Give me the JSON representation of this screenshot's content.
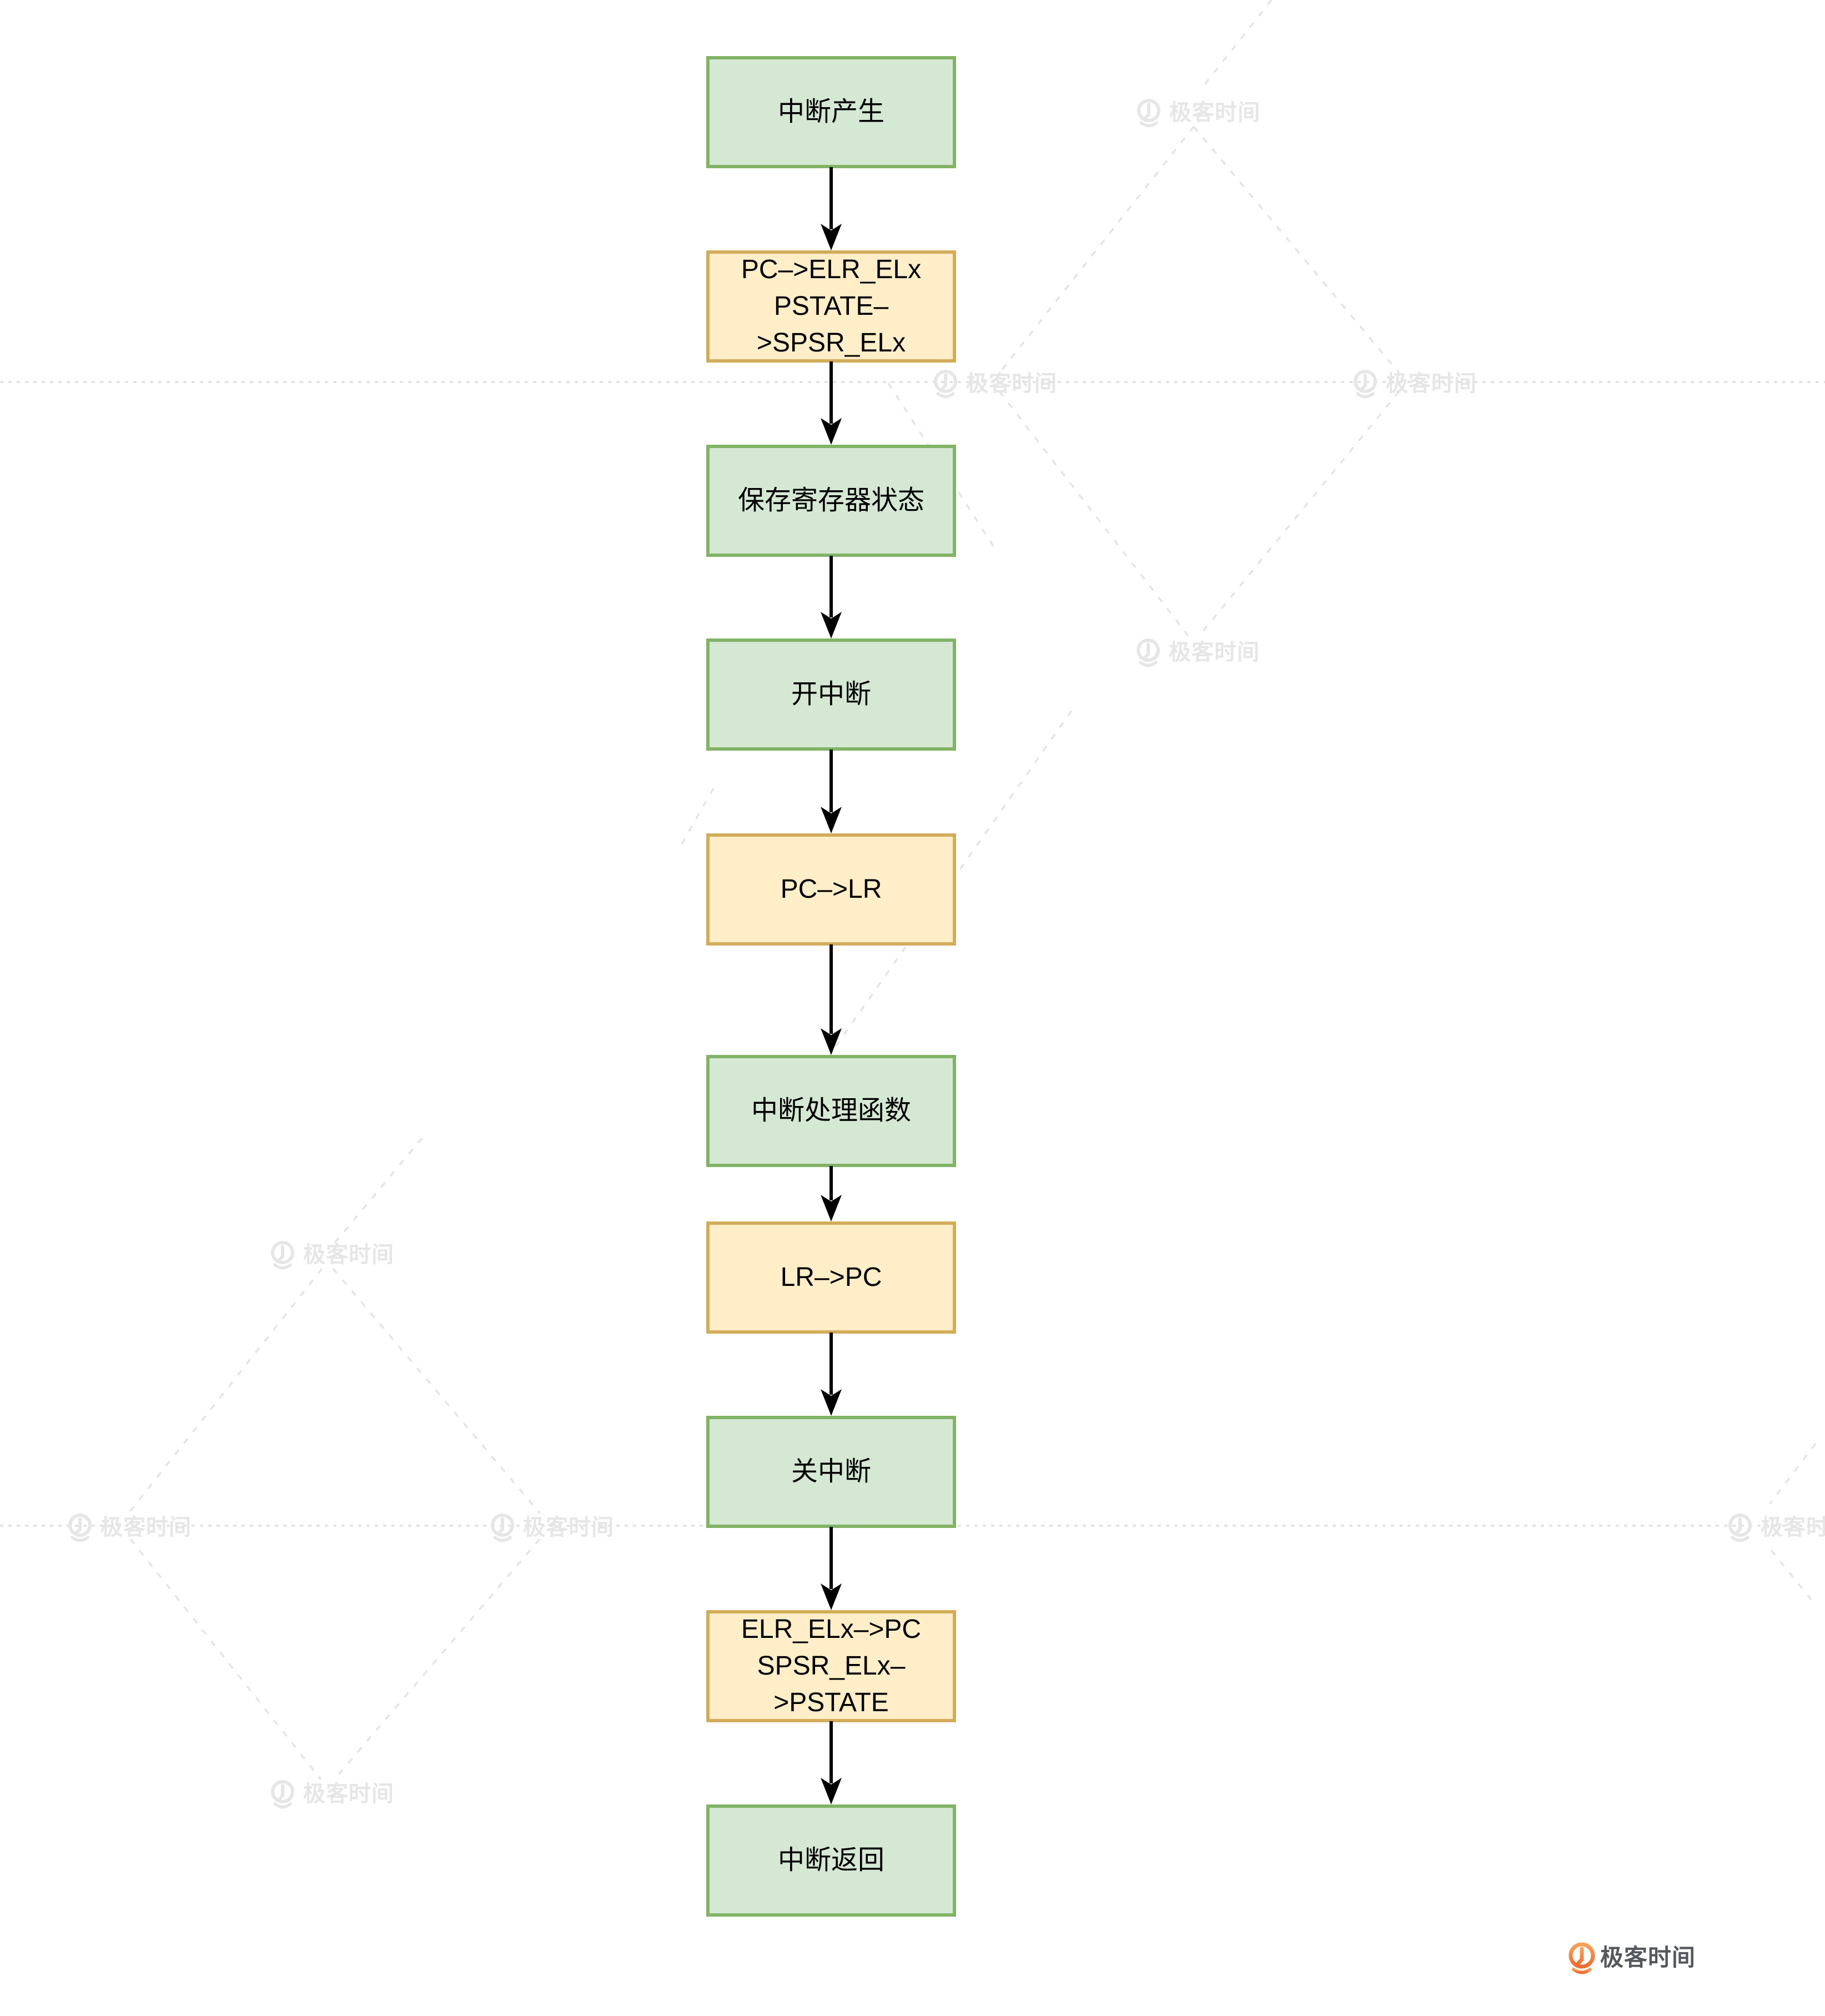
{
  "palette": {
    "green_fill": "#d5e8d4",
    "green_border": "#82b366",
    "yellow_fill": "#ffeec8",
    "yellow_border": "#d2ac5a",
    "arrow_color": "#000000",
    "watermark_color": "#e6e6e6",
    "footer_text_color": "#54575c",
    "footer_orange_top": "#f9a155",
    "footer_orange_bottom": "#ec6d33"
  },
  "watermark": {
    "brand_text": "极客时间"
  },
  "footer_logo": {
    "brand_text": "极客时间"
  },
  "flowchart": {
    "nodes": [
      {
        "type": "green",
        "label": "中断产生"
      },
      {
        "type": "yellow",
        "label": "PC–>ELR_ELx\nPSTATE–>SPSR_ELx"
      },
      {
        "type": "green",
        "label": "保存寄存器状态"
      },
      {
        "type": "green",
        "label": "开中断"
      },
      {
        "type": "yellow",
        "label": "PC–>LR"
      },
      {
        "type": "green",
        "label": "中断处理函数"
      },
      {
        "type": "yellow",
        "label": "LR–>PC"
      },
      {
        "type": "green",
        "label": "关中断"
      },
      {
        "type": "yellow",
        "label": "ELR_ELx–>PC\nSPSR_ELx–>PSTATE"
      },
      {
        "type": "green",
        "label": "中断返回"
      }
    ]
  }
}
